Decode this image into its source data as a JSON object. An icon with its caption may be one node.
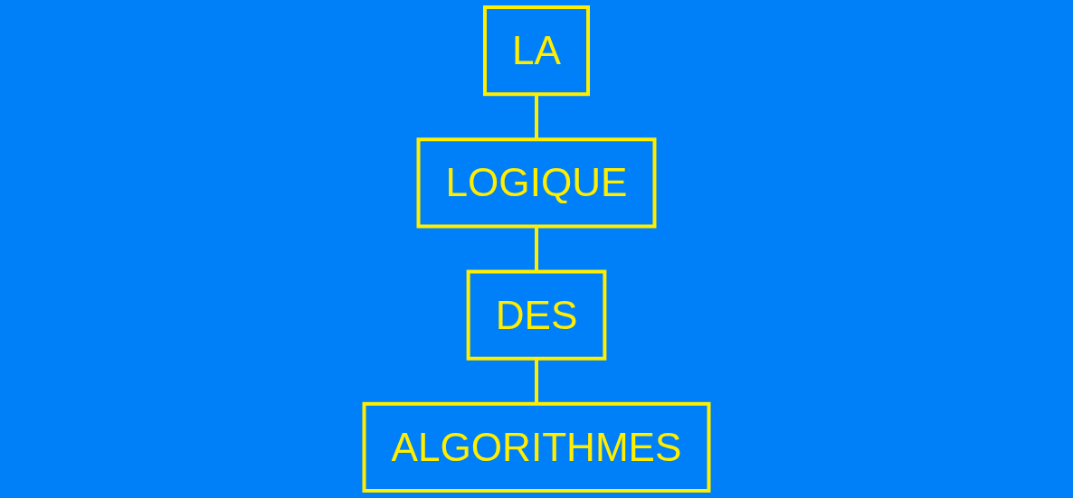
{
  "diagram": {
    "nodes": [
      {
        "text": [
          "LA"
        ]
      },
      {
        "text": [
          "LOGIQUE"
        ]
      },
      {
        "text": [
          "DES"
        ]
      },
      {
        "text": [
          "ALGORITHMES"
        ]
      }
    ],
    "edges": [
      {
        "from": 0,
        "to": 1,
        "arrow": "none"
      },
      {
        "from": 1,
        "to": 2,
        "arrow": "none"
      },
      {
        "from": 2,
        "to": 3,
        "arrow": "none"
      }
    ]
  }
}
